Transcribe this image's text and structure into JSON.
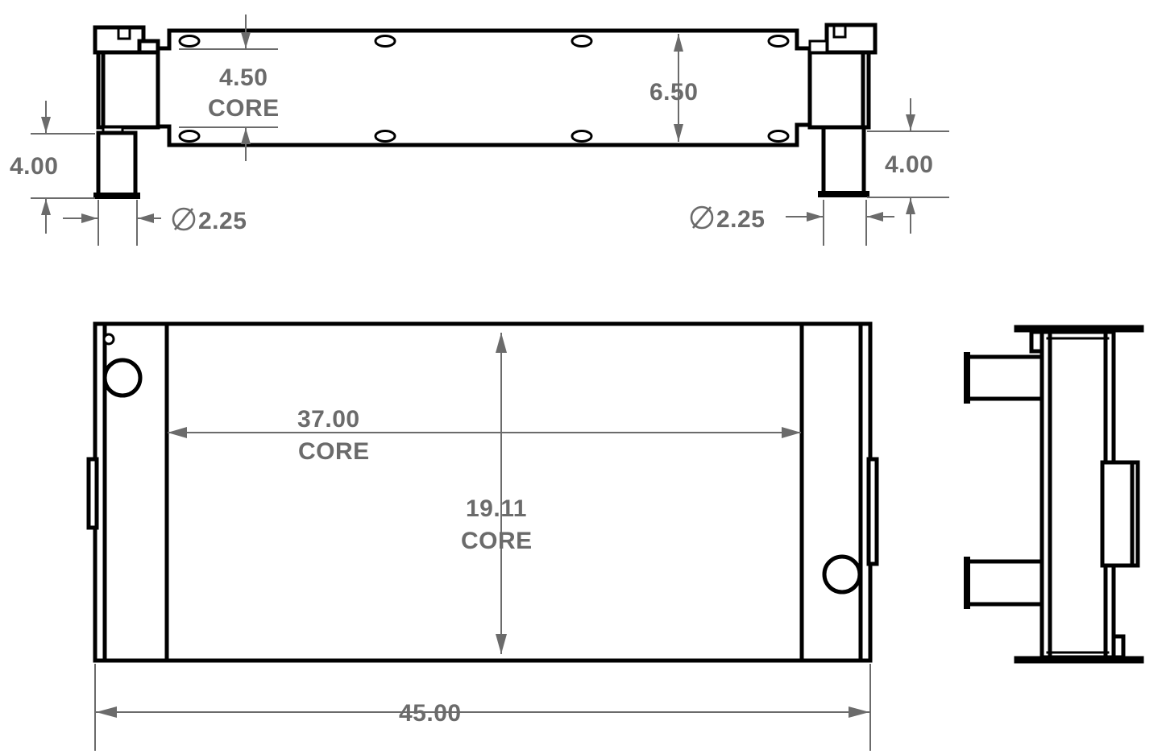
{
  "drawing": {
    "title": "Radiator / Heat Exchanger Core Assembly Drawing",
    "units_note": "",
    "line_color": "#000000",
    "dimension_color": "#6b6b6b",
    "background_color": "#ffffff"
  },
  "views": {
    "top": {
      "name": "top-view",
      "description": "Top / plan view of core with end tanks and mounting holes"
    },
    "front": {
      "name": "front-view",
      "description": "Front elevation of radiator core with side tanks and filler holes"
    },
    "side": {
      "name": "side-view",
      "description": "Right side elevation showing tank depth and inlet/outlet necks"
    }
  },
  "dimensions": {
    "core_depth": {
      "value": "4.50",
      "note": "CORE",
      "name": "dim-4-50-core"
    },
    "tank_width": {
      "value": "6.50",
      "note": "",
      "name": "dim-6-50"
    },
    "left_neck_height": {
      "value": "4.00",
      "note": "",
      "name": "dim-4-00-left"
    },
    "right_neck_height": {
      "value": "4.00",
      "note": "",
      "name": "dim-4-00-right"
    },
    "left_neck_dia": {
      "symbol": "⌀",
      "value": "2.25",
      "name": "dim-dia-2-25-left"
    },
    "right_neck_dia": {
      "symbol": "⌀",
      "value": "2.25",
      "name": "dim-dia-2-25-right"
    },
    "core_width": {
      "value": "37.00",
      "note": "CORE",
      "name": "dim-37-00-core"
    },
    "core_height": {
      "value": "19.11",
      "note": "CORE",
      "name": "dim-19-11-core"
    },
    "overall_width": {
      "value": "45.00",
      "note": "",
      "name": "dim-45-00"
    }
  },
  "labels": {
    "core": "CORE"
  }
}
